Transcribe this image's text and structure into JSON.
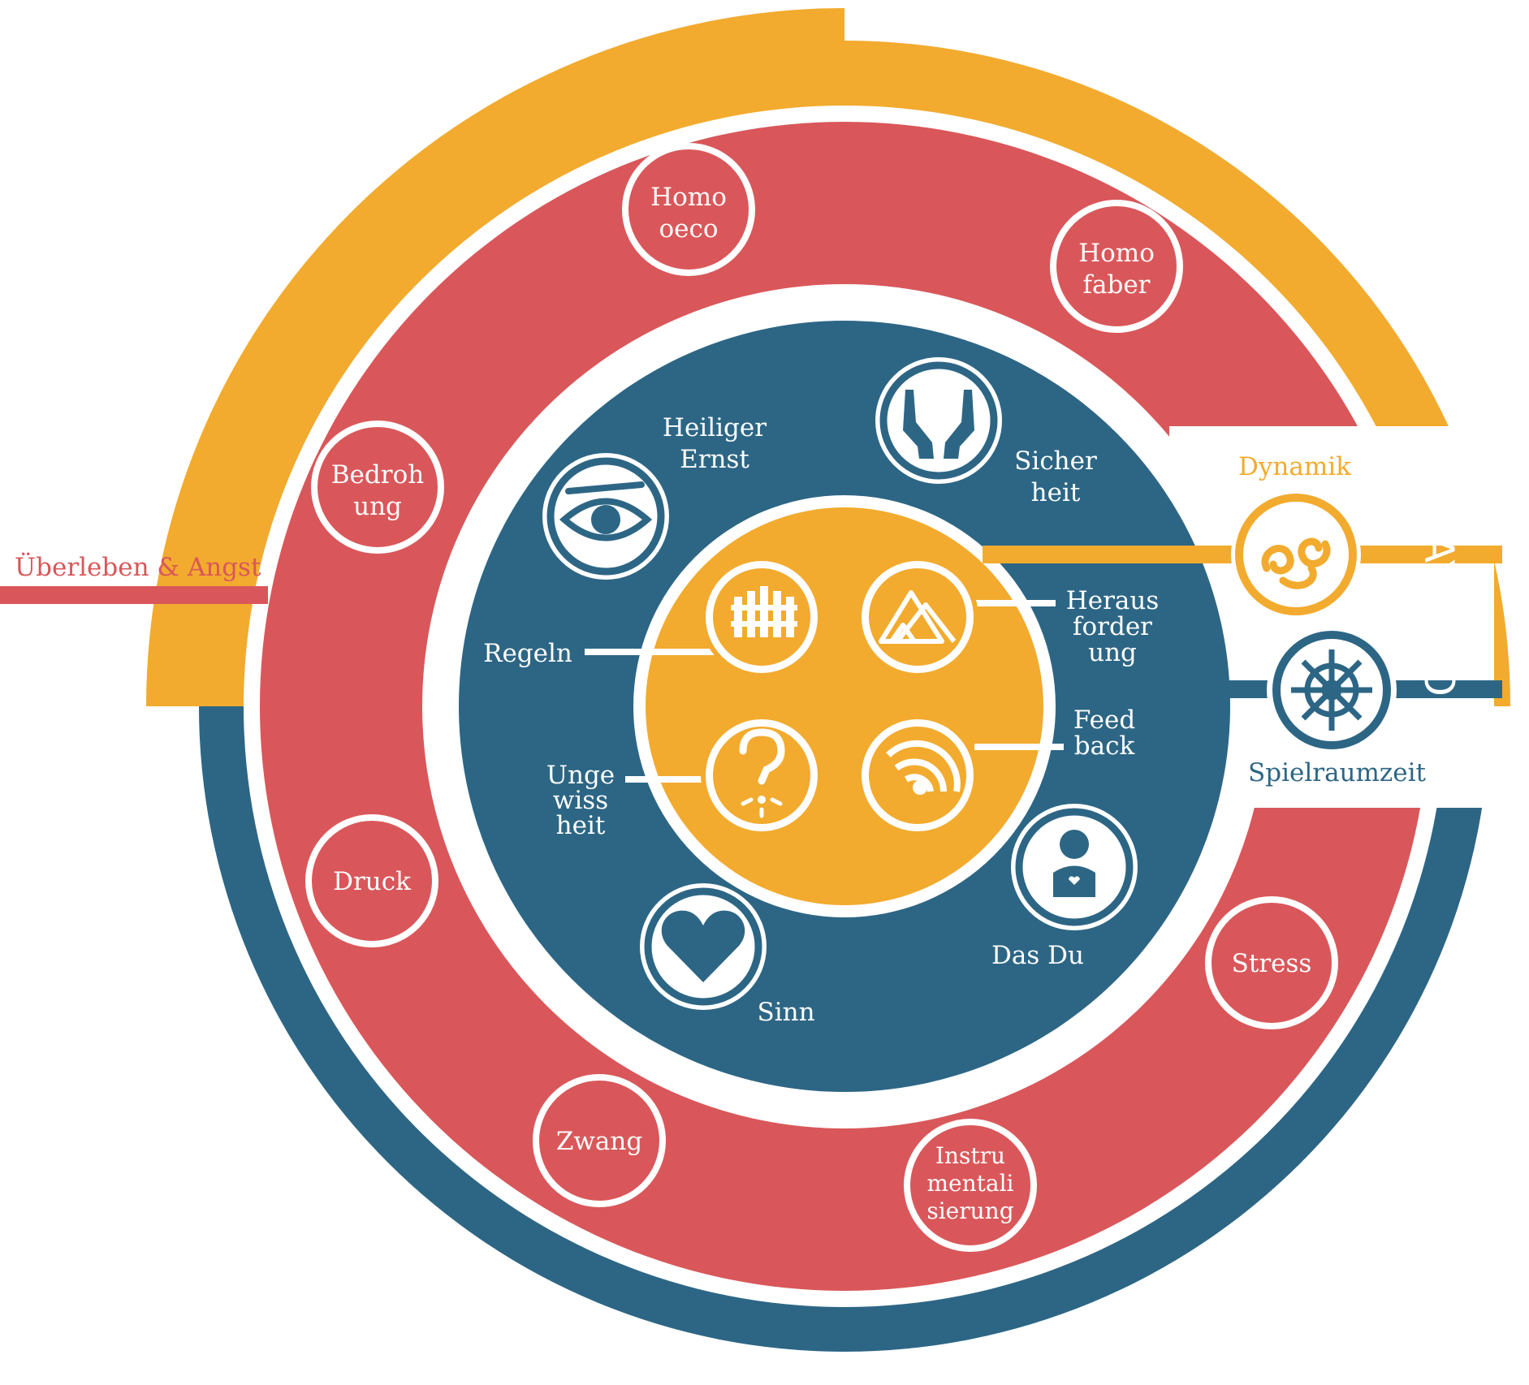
{
  "colors": {
    "red": "#d9575a",
    "orange": "#f2ab2e",
    "blue": "#2d6685",
    "white": "#ffffff"
  },
  "outer": {
    "side_label": "Überleben & Angst",
    "playground_part1": "PLAY",
    "playground_part2": "GROUND",
    "dynamik": "Dynamik",
    "spielraumzeit": "Spielraumzeit"
  },
  "red_ring": {
    "homo_oeco": [
      "Homo",
      "oeco"
    ],
    "homo_faber": [
      "Homo",
      "faber"
    ],
    "bedrohung": [
      "Bedroh",
      "ung"
    ],
    "druck": [
      "Druck"
    ],
    "zwang": [
      "Zwang"
    ],
    "instrumentalisierung": [
      "Instru",
      "mentali",
      "sierung"
    ],
    "stress": [
      "Stress"
    ]
  },
  "blue_ring": {
    "heiliger_ernst": [
      "Heiliger",
      "Ernst"
    ],
    "sicherheit": [
      "Sicher",
      "heit"
    ],
    "sinn": [
      "Sinn"
    ],
    "das_du": [
      "Das Du"
    ]
  },
  "core": {
    "regeln": [
      "Regeln"
    ],
    "herausforderung": [
      "Heraus",
      "forder",
      "ung"
    ],
    "ungewissheit": [
      "Unge",
      "wiss",
      "heit"
    ],
    "feedback": [
      "Feed",
      "back"
    ]
  },
  "icons": {
    "eye": "eye-icon",
    "hands": "hands-icon",
    "heart": "heart-icon",
    "person": "person-heart-icon",
    "fence": "fence-icon",
    "mountains": "mountains-icon",
    "question": "question-icon",
    "rainbow": "rainbow-icon",
    "swirl": "swirl-icon",
    "wheel": "ship-wheel-icon"
  }
}
